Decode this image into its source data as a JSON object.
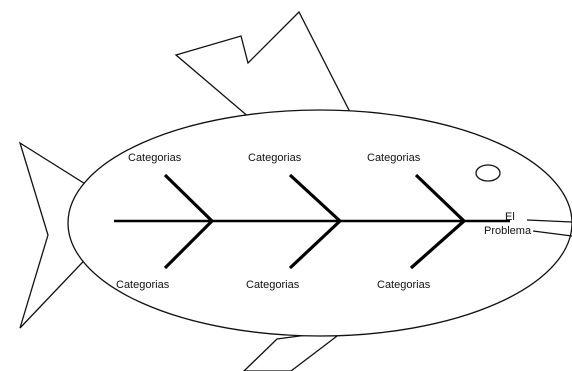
{
  "diagram": {
    "type": "ishikawa-fishbone",
    "problem": {
      "line1": "El",
      "line2": "Problema"
    },
    "categories": {
      "top": [
        "Categorias",
        "Categorias",
        "Categorias"
      ],
      "bottom": [
        "Categorias",
        "Categorias",
        "Categorias"
      ]
    }
  }
}
